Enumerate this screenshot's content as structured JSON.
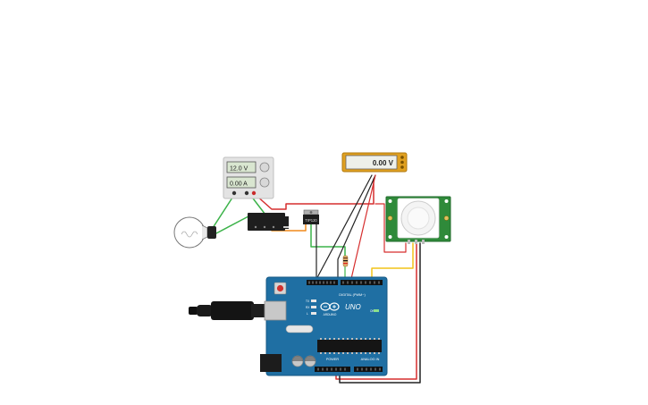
{
  "power_supply": {
    "voltage": "12.0 V",
    "current": "0.00 A"
  },
  "multimeter": {
    "reading": "0.00 V"
  },
  "transistor": {
    "label": "TIP120"
  },
  "arduino": {
    "board_name": "UNO",
    "brand": "ARDUINO",
    "digital_header": "DIGITAL (PWM~)",
    "power_header": "POWER",
    "analog_header": "ANALOG IN",
    "tx_label": "TX",
    "rx_label": "RX",
    "l_label": "L",
    "on_label": "ON"
  },
  "colors": {
    "wire_green": "#3cb34a",
    "wire_red": "#d62e2e",
    "wire_black": "#222222",
    "wire_yellow": "#f2c318",
    "wire_orange": "#f08a1c",
    "board_blue": "#1f6fa3",
    "pir_green": "#2f8a3a",
    "meter_gold": "#e0a020"
  }
}
